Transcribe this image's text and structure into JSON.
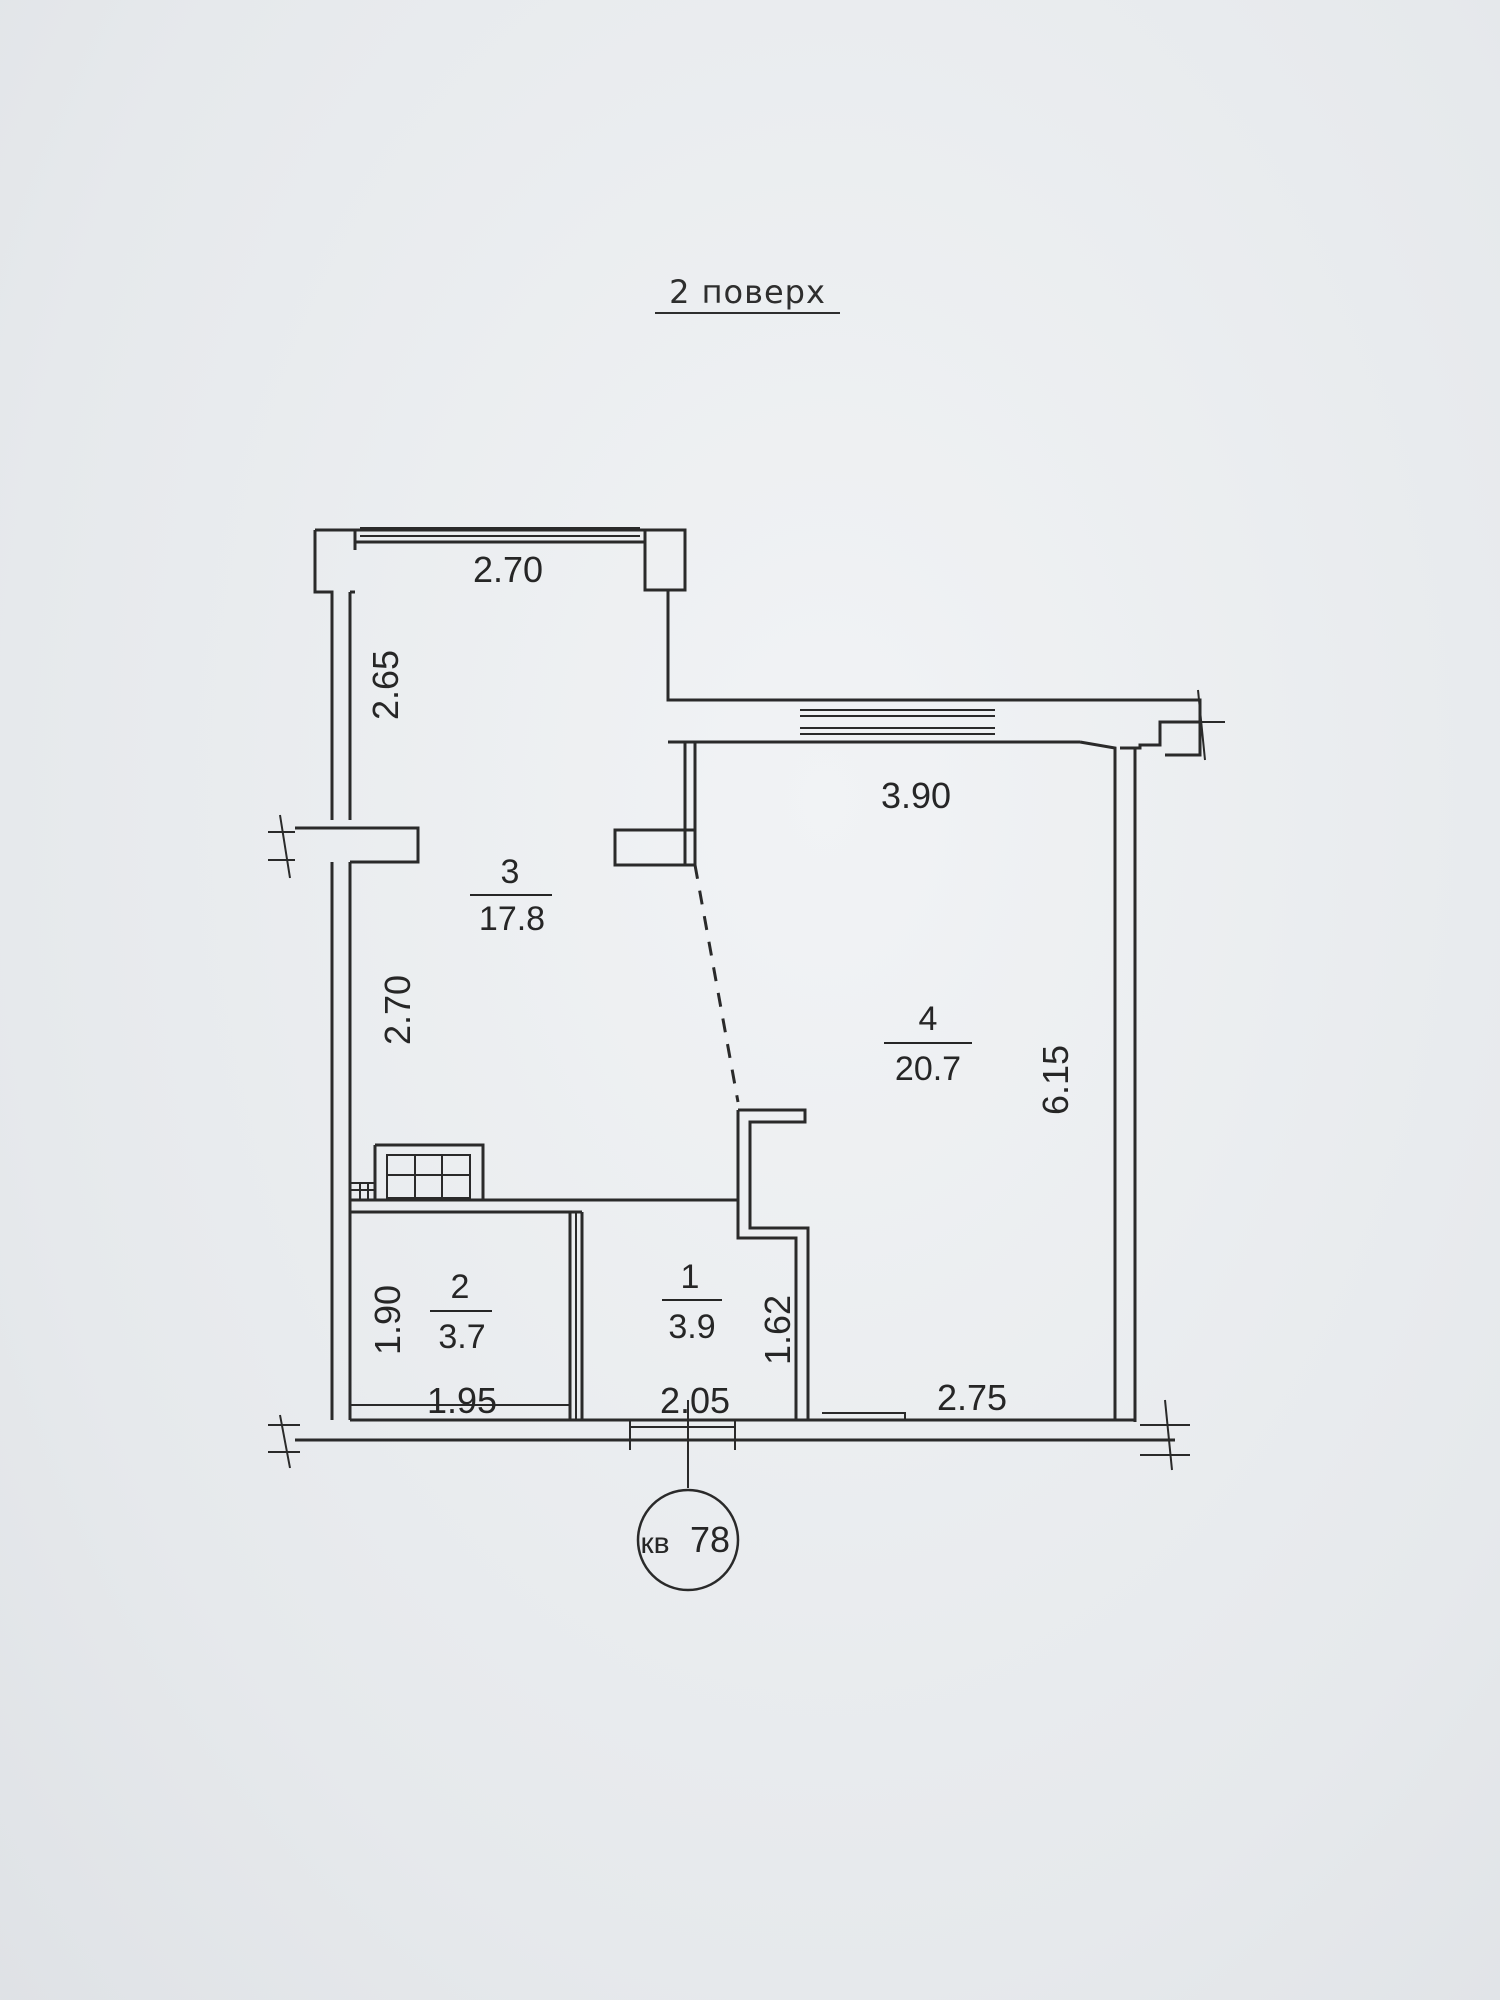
{
  "floor": {
    "title": "2 поверх"
  },
  "apartment": {
    "label_prefix": "кв",
    "number": "78"
  },
  "rooms": [
    {
      "id": "1",
      "area": "3.9"
    },
    {
      "id": "2",
      "area": "3.7"
    },
    {
      "id": "3",
      "area": "17.8"
    },
    {
      "id": "4",
      "area": "20.7"
    }
  ],
  "dimensions": {
    "balcony_width": "2.70",
    "upper_left_height": "2.65",
    "lower_left_height": "2.70",
    "room4_width": "3.90",
    "room4_height": "6.15",
    "room2_height": "1.90",
    "room2_width": "1.95",
    "room1_width": "2.05",
    "room1_height": "1.62",
    "bottom_right_width": "2.75"
  }
}
